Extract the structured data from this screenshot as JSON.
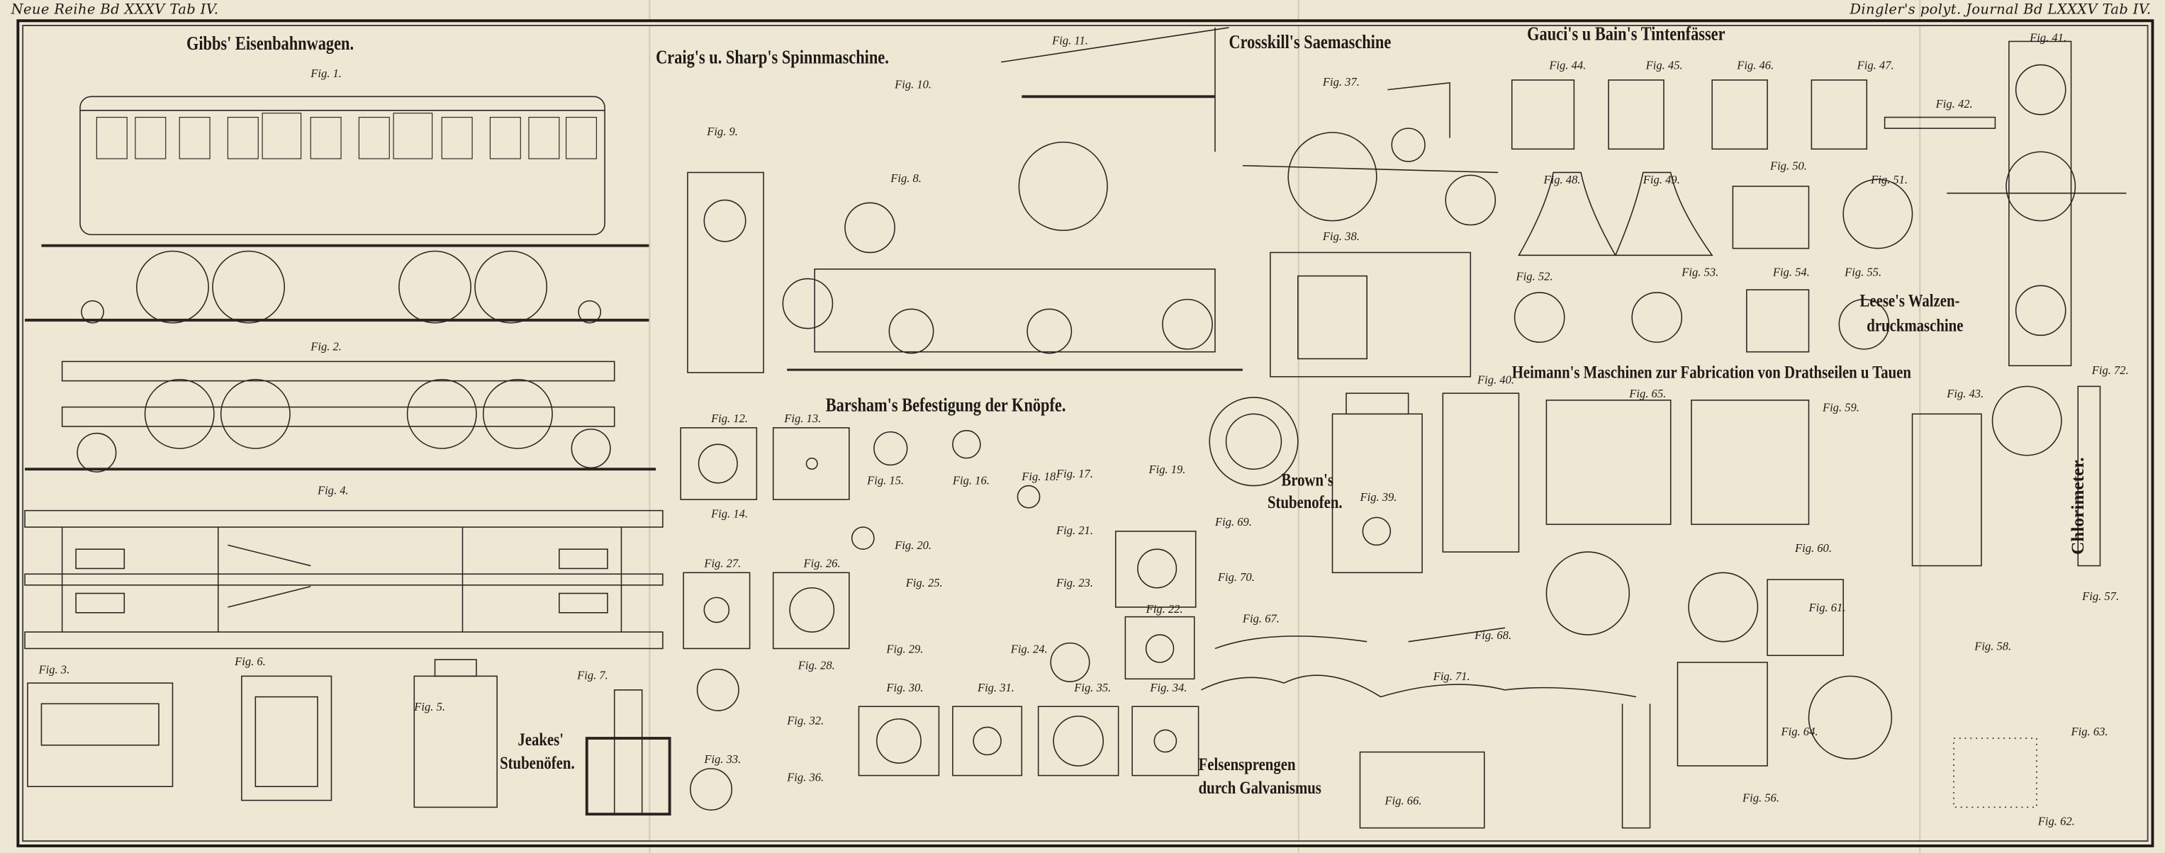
{
  "header": {
    "left": "Neue Reihe Bd XXXV Tab IV.",
    "right": "Dingler's polyt. Journal Bd LXXXV Tab IV."
  },
  "sections": {
    "gibbs": "Gibbs' Eisenbahnwagen.",
    "craig": "Craig's u. Sharp's Spinnmaschine.",
    "crosskill": "Crosskill's Saemaschine",
    "gauci": "Gauci's u Bain's Tintenfässer",
    "leese_1": "Leese's Walzen-",
    "leese_2": "druckmaschine",
    "heimann": "Heimann's Maschinen zur Fabrication von Drathseilen u Tauen",
    "barsham": "Barsham's Befestigung der Knöpfe.",
    "brown_1": "Brown's",
    "brown_2": "Stubenofen.",
    "chlorimeter": "Chlorimeter.",
    "jeakes_1": "Jeakes'",
    "jeakes_2": "Stubenöfen.",
    "felsen_1": "Felsensprengen",
    "felsen_2": "durch Galvanismus"
  },
  "figures": [
    "Fig. 1.",
    "Fig. 2.",
    "Fig. 4.",
    "Fig. 3.",
    "Fig. 6.",
    "Fig. 5.",
    "Fig. 7.",
    "Fig. 9.",
    "Fig. 8.",
    "Fig. 10.",
    "Fig. 11.",
    "Fig. 37.",
    "Fig. 38.",
    "Fig. 44.",
    "Fig. 45.",
    "Fig. 46.",
    "Fig. 47.",
    "Fig. 41.",
    "Fig. 42.",
    "Fig. 48.",
    "Fig. 49.",
    "Fig. 50.",
    "Fig. 51.",
    "Fig. 52.",
    "Fig. 53.",
    "Fig. 54.",
    "Fig. 55.",
    "Fig. 12.",
    "Fig. 13.",
    "Fig. 14.",
    "Fig. 15.",
    "Fig. 16.",
    "Fig. 17.",
    "Fig. 18.",
    "Fig. 19.",
    "Fig. 20.",
    "Fig. 21.",
    "Fig. 22.",
    "Fig. 23.",
    "Fig. 25.",
    "Fig. 26.",
    "Fig. 27.",
    "Fig. 28.",
    "Fig. 29.",
    "Fig. 24.",
    "Fig. 30.",
    "Fig. 31.",
    "Fig. 35.",
    "Fig. 34.",
    "Fig. 32.",
    "Fig. 33.",
    "Fig. 36.",
    "Fig. 39.",
    "Fig. 40.",
    "Fig. 65.",
    "Fig. 69.",
    "Fig. 70.",
    "Fig. 67.",
    "Fig. 68.",
    "Fig. 71.",
    "Fig. 66.",
    "Fig. 43.",
    "Fig. 72.",
    "Fig. 60.",
    "Fig. 61.",
    "Fig. 64.",
    "Fig. 56.",
    "Fig. 57.",
    "Fig. 58.",
    "Fig. 62.",
    "Fig. 63.",
    "Fig. 59."
  ]
}
